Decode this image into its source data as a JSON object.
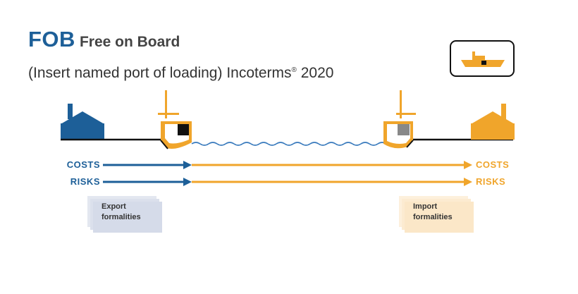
{
  "header": {
    "abbreviation": "FOB",
    "full_name": "Free on Board",
    "subtitle_prefix": "(Insert named port of loading) Incoterms",
    "registered_mark": "®",
    "subtitle_year": "2020"
  },
  "badge": {
    "icon": "ship-icon"
  },
  "rows": {
    "costs_label": "COSTS",
    "risks_label": "RISKS"
  },
  "formalities": {
    "export_line1": "Export",
    "export_line2": "formalities",
    "import_line1": "Import",
    "import_line2": "formalities"
  },
  "colors": {
    "seller_blue": "#1d5f98",
    "buyer_orange": "#f0a52b",
    "sea_blue": "#3a7bbd",
    "export_doc": "#d5dbe9",
    "import_doc": "#fbe7c8"
  },
  "icons": {
    "seller": "factory-icon",
    "buyer": "factory-icon",
    "loading_ship": "ship-icon",
    "unloading_ship": "ship-icon"
  }
}
